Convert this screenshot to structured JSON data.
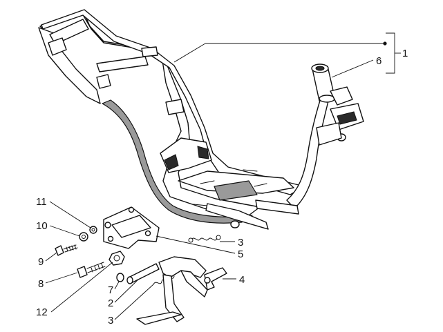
{
  "callouts": {
    "c1": "1",
    "c6": "6",
    "c11": "11",
    "c10": "10",
    "c9": "9",
    "c8": "8",
    "c12": "12",
    "c7": "7",
    "c2": "2",
    "c3_lower": "3",
    "c3_spring": "3",
    "c5": "5",
    "c4": "4"
  },
  "colors": {
    "line": "#111111",
    "shade": "#9a9a9a",
    "background": "#ffffff"
  }
}
